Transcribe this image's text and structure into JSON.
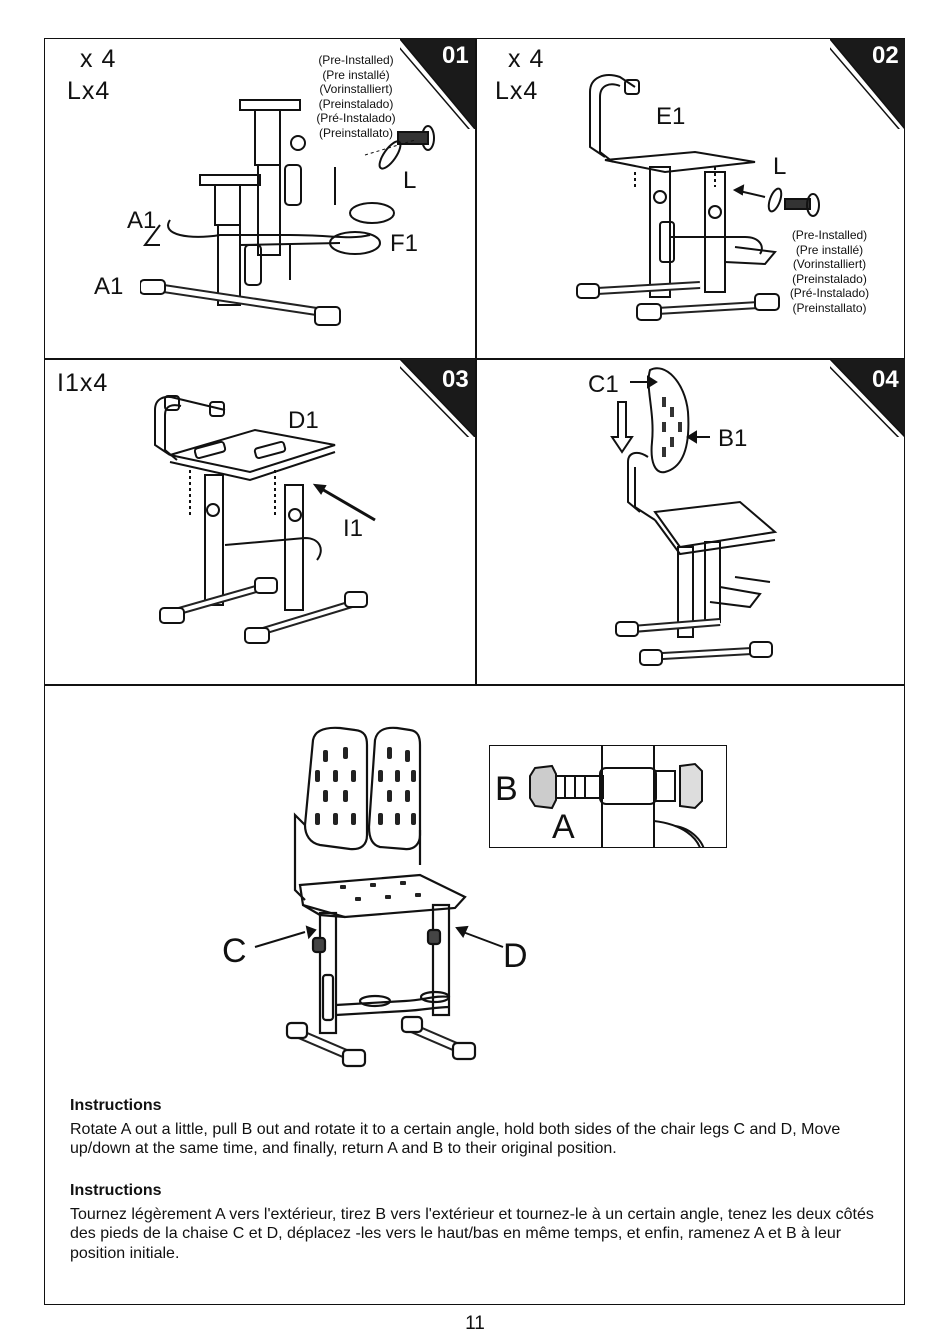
{
  "steps": [
    {
      "number": "01",
      "quantity_1": "x 4",
      "quantity_2": "Lx4",
      "preinstalled": [
        "(Pre-Installed)",
        "(Pre installé)",
        "(Vorinstalliert)",
        "(Preinstalado)",
        "(Pré-Instalado)",
        "(Preinstallato)"
      ],
      "labels": {
        "l": "L",
        "a1_top": "A1",
        "f1": "F1",
        "a1_bottom": "A1"
      }
    },
    {
      "number": "02",
      "quantity_1": "x 4",
      "quantity_2": "Lx4",
      "preinstalled": [
        "(Pre-Installed)",
        "(Pre installé)",
        "(Vorinstalliert)",
        "(Preinstalado)",
        "(Pré-Instalado)",
        "(Preinstallato)"
      ],
      "labels": {
        "e1": "E1",
        "l": "L"
      }
    },
    {
      "number": "03",
      "quantity_1": "I1x4",
      "labels": {
        "d1": "D1",
        "i1": "I1"
      }
    },
    {
      "number": "04",
      "labels": {
        "c1": "C1",
        "b1": "B1"
      }
    }
  ],
  "detail": {
    "labels": {
      "c": "C",
      "d": "D",
      "b": "B",
      "a": "A"
    }
  },
  "instructions": [
    {
      "heading": "Instructions",
      "text": "Rotate A out a little, pull B out and rotate it to a certain angle, hold both sides of the chair legs C and D, Move up/down at the same time, and finally, return A and B to their original position."
    },
    {
      "heading": "Instructions",
      "text": "Tournez légèrement A vers l'extérieur, tirez B vers l'extérieur et tournez-le à un certain angle, tenez les deux côtés des pieds de la chaise C et D, déplacez -les vers le haut/bas en même temps, et enfin, ramenez A et B à leur position initiale."
    }
  ],
  "page_number": "11"
}
